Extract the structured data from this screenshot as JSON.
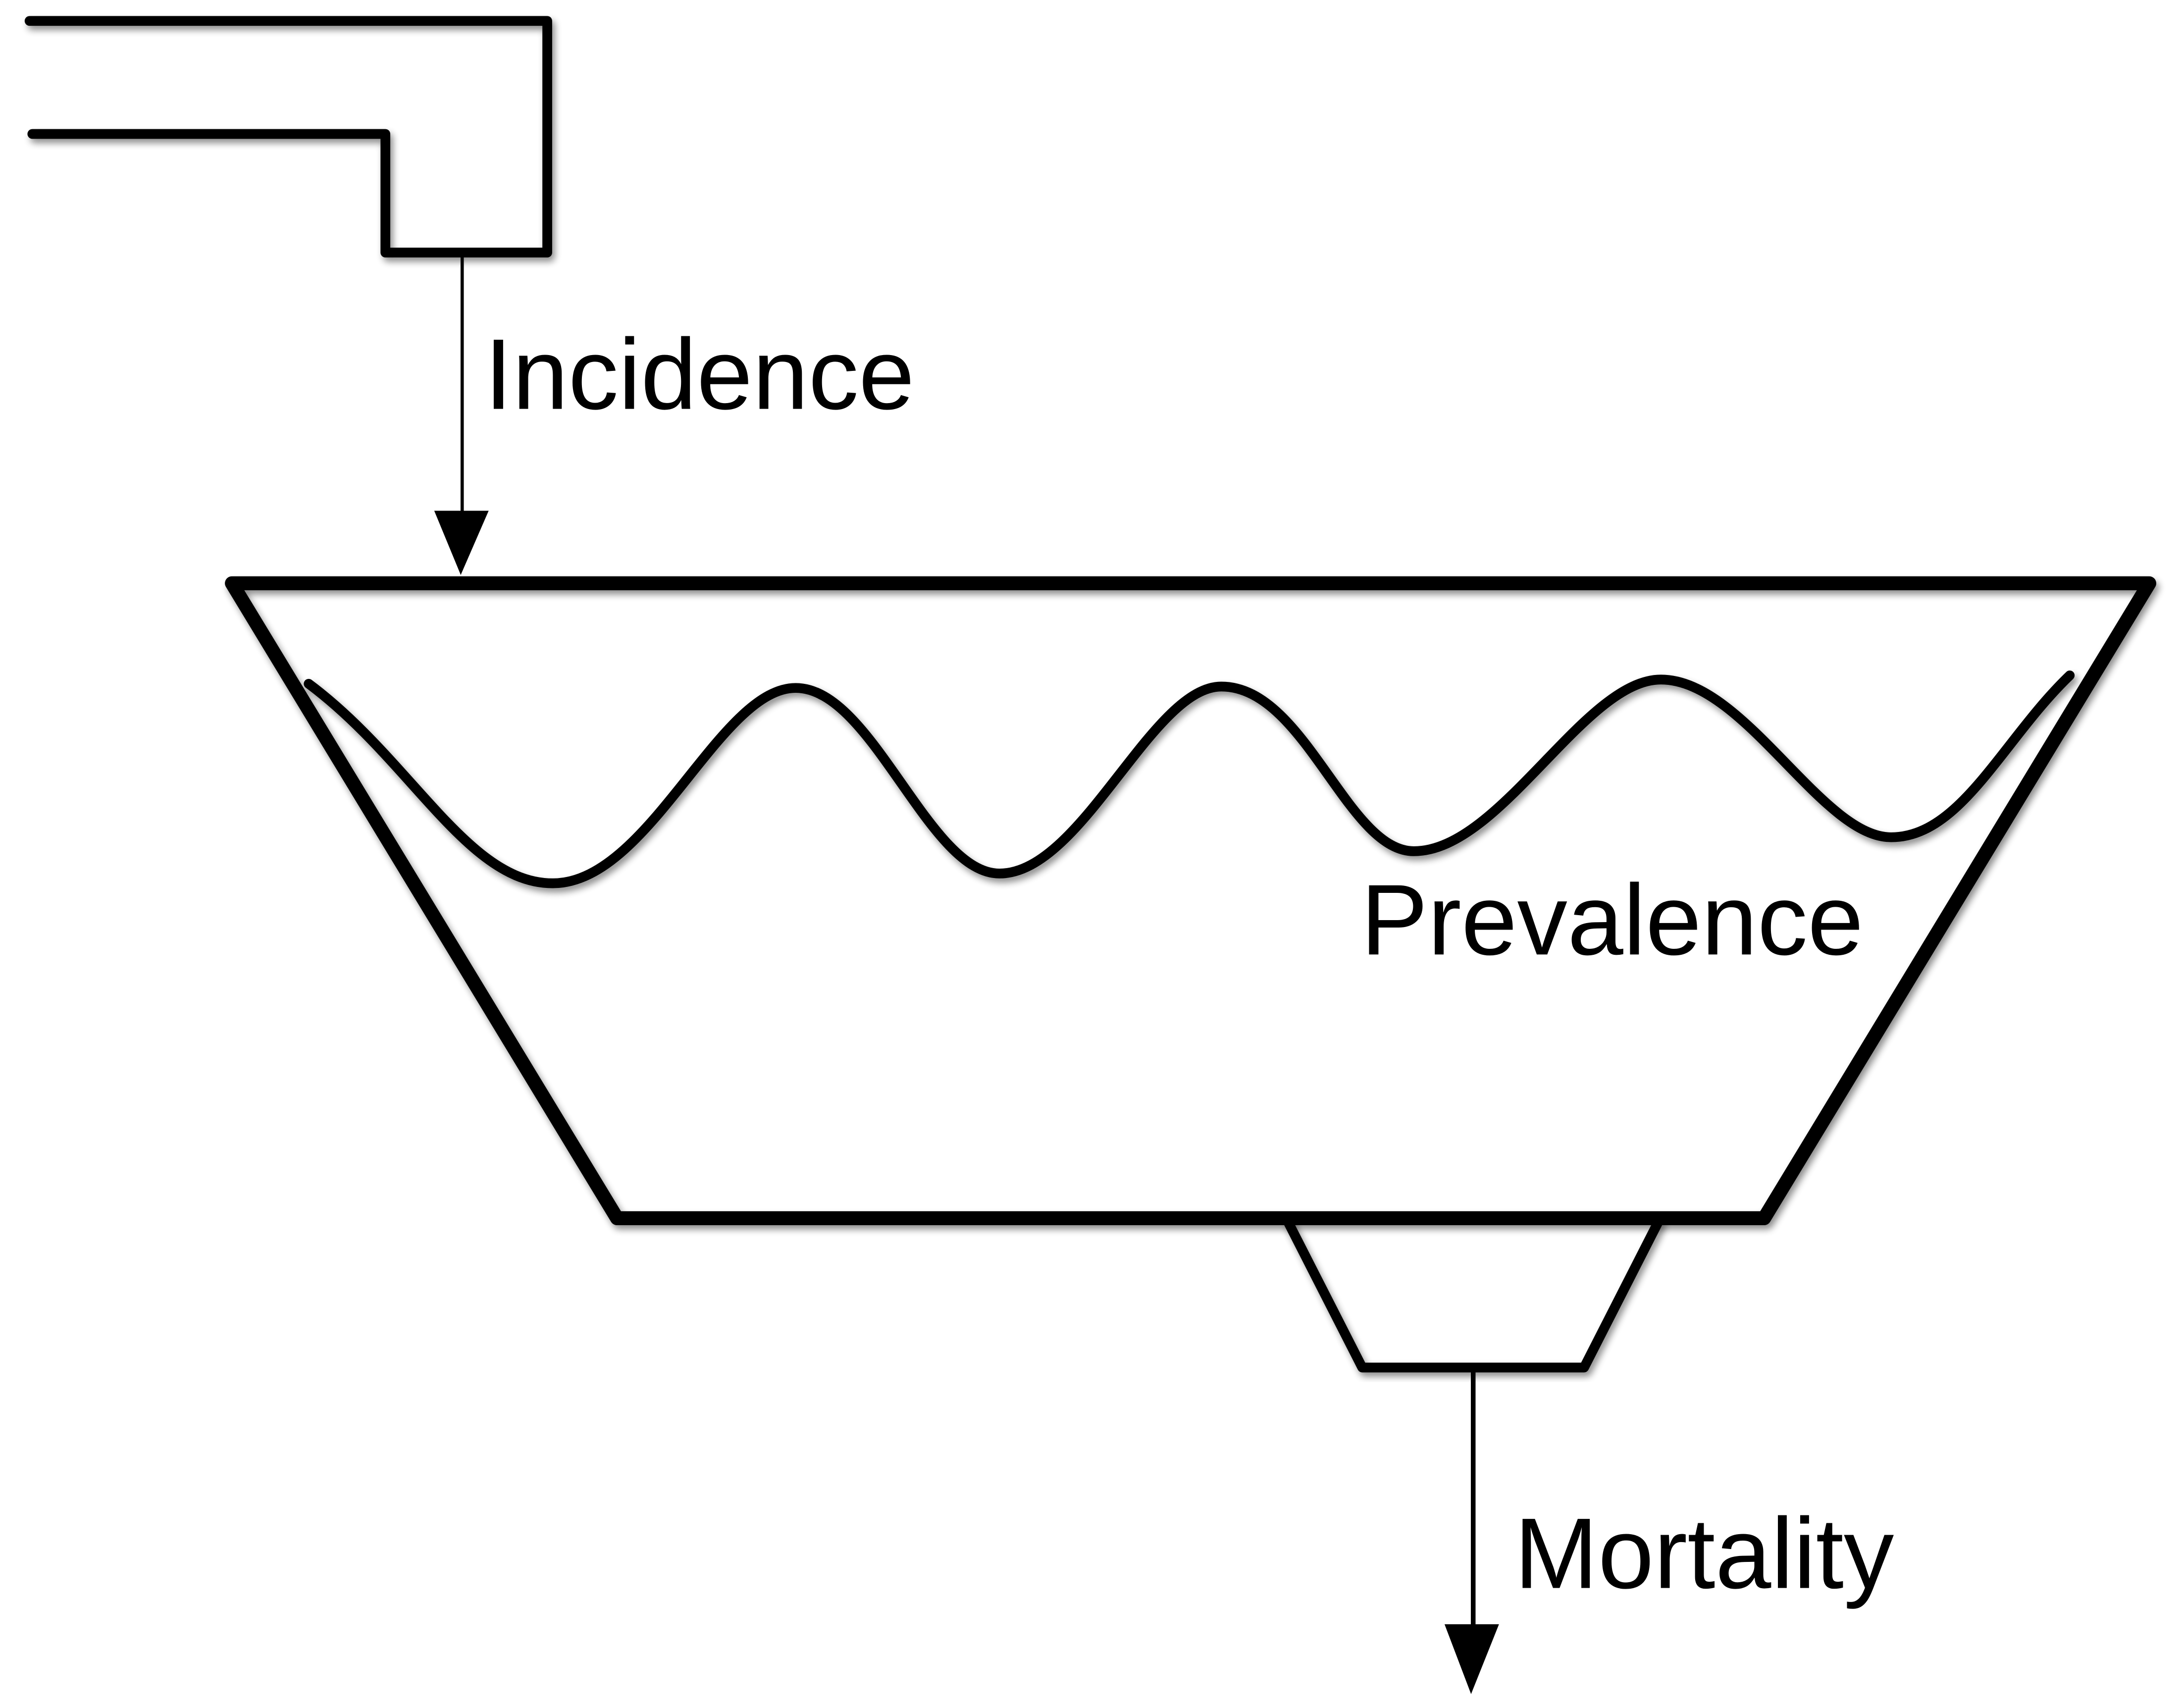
{
  "labels": {
    "incidence": "Incidence",
    "prevalence": "Prevalence",
    "mortality": "Mortality"
  },
  "colors": {
    "stroke": "#000000",
    "background": "#ffffff"
  }
}
